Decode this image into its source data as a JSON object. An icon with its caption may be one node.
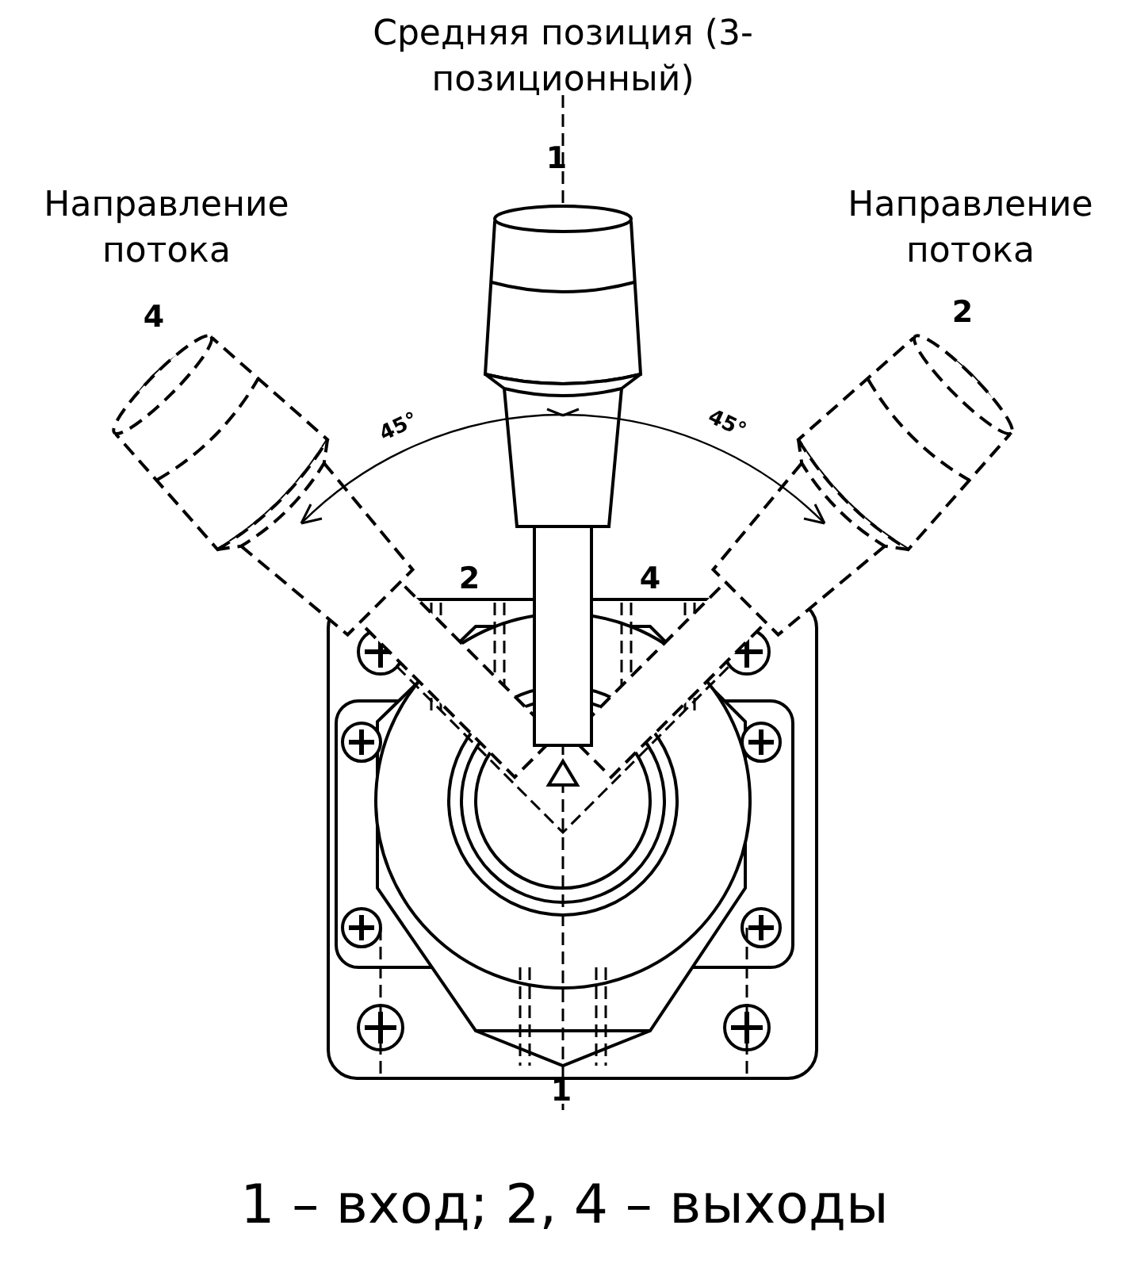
{
  "diagram": {
    "caption": "1 – вход; 2, 4 – выходы",
    "labels": [
      "Средняя позиция (3-позиционный)",
      "1",
      "Направление потока",
      "Направление потока",
      "4",
      "2",
      "45°",
      "45°",
      "2",
      "4",
      "1"
    ]
  }
}
